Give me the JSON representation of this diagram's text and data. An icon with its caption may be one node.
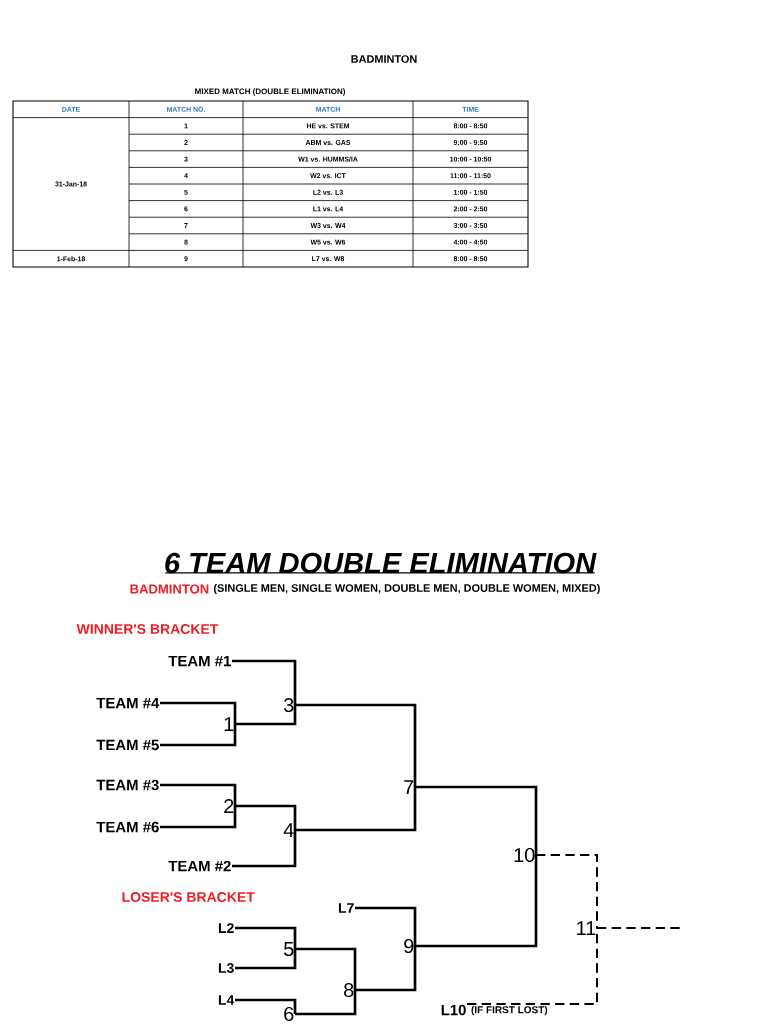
{
  "diagram": {
    "title": "BADMINTON",
    "nodes": [
      {
        "text": [
          "TEAM #1"
        ]
      },
      {
        "text": [
          "3"
        ]
      },
      {
        "text": [
          "TEAM #4"
        ]
      },
      {
        "text": [
          "1"
        ]
      },
      {
        "text": [
          "TEAM #5"
        ]
      },
      {
        "text": [
          "7"
        ]
      },
      {
        "text": [
          "TEAM #3"
        ]
      },
      {
        "text": [
          "2"
        ]
      },
      {
        "text": [
          "TEAM #6"
        ]
      },
      {
        "text": [
          "4"
        ]
      },
      {
        "text": [
          "TEAM #2"
        ]
      },
      {
        "text": [
          "10"
        ]
      },
      {
        "text": [
          "L7"
        ]
      },
      {
        "text": [
          "11"
        ]
      },
      {
        "text": [
          "L2"
        ]
      },
      {
        "text": [
          "5"
        ]
      },
      {
        "text": [
          "9"
        ]
      },
      {
        "text": [
          "L3"
        ]
      },
      {
        "text": [
          "8"
        ]
      },
      {
        "text": [
          "L4"
        ]
      },
      {
        "text": [
          "L10"
        ],
        "beside": [
          "(IF FIRST LOST)"
        ]
      },
      {
        "text": [
          "6"
        ]
      }
    ],
    "edges": [
      {
        "from": 0,
        "to": 1,
        "arrow": "none"
      },
      {
        "from": 2,
        "to": 3,
        "arrow": "none"
      },
      {
        "from": 4,
        "to": 3,
        "arrow": "none"
      },
      {
        "from": 3,
        "to": 1,
        "arrow": "none"
      },
      {
        "from": 1,
        "to": 5,
        "arrow": "none"
      },
      {
        "from": 6,
        "to": 7,
        "arrow": "none"
      },
      {
        "from": 8,
        "to": 7,
        "arrow": "none"
      },
      {
        "from": 7,
        "to": 9,
        "arrow": "none"
      },
      {
        "from": 10,
        "to": 9,
        "arrow": "none"
      },
      {
        "from": 9,
        "to": 5,
        "arrow": "none"
      },
      {
        "from": 5,
        "to": 11,
        "arrow": "none"
      },
      {
        "from": 11,
        "to": 13,
        "arrow": "none",
        "style": "dashed"
      },
      {
        "from": 13,
        "to": null,
        "arrow": "none",
        "style": "dashed"
      },
      {
        "from": 20,
        "to": 13,
        "arrow": "none",
        "style": "dashed"
      },
      {
        "from": 12,
        "to": 16,
        "arrow": "none"
      },
      {
        "from": 14,
        "to": 15,
        "arrow": "none"
      },
      {
        "from": 17,
        "to": 15,
        "arrow": "none"
      },
      {
        "from": 15,
        "to": 18,
        "arrow": "none"
      },
      {
        "from": 18,
        "to": 16,
        "arrow": "none"
      },
      {
        "from": 16,
        "to": 11,
        "arrow": "none"
      },
      {
        "from": 19,
        "to": 21,
        "arrow": "none"
      },
      {
        "from": 21,
        "to": 18,
        "arrow": "none"
      }
    ],
    "labels": [
      "MIXED MATCH (DOUBLE ELIMINATION)",
      "DATE",
      "MATCH NO.",
      "MATCH",
      "TIME",
      "31-Jan-18",
      "1",
      "HE vs. STEM",
      "8:00 - 8:50",
      "2",
      "ABM vs. GAS",
      "9:00 - 9:50",
      "3",
      "W1 vs. HUMMS/IA",
      "10:00 - 10:50",
      "4",
      "W2 vs. ICT",
      "11:00 - 11:50",
      "5",
      "L2 vs. L3",
      "1:00 - 1:50",
      "6",
      "L1 vs. L4",
      "2:00 - 2:50",
      "7",
      "W3 vs. W4",
      "3:00 - 3:50",
      "8",
      "W5 vs. W6",
      "4:00 - 4:50",
      "1-Feb-18",
      "9",
      "L7 vs. W8",
      "8:00 - 8:50",
      "6 TEAM DOUBLE ELIMINATION",
      "BADMINTON",
      "(SINGLE MEN, SINGLE WOMEN, DOUBLE MEN, DOUBLE WOMEN, MIXED)",
      "WINNER'S BRACKET",
      "LOSER'S BRACKET"
    ]
  }
}
